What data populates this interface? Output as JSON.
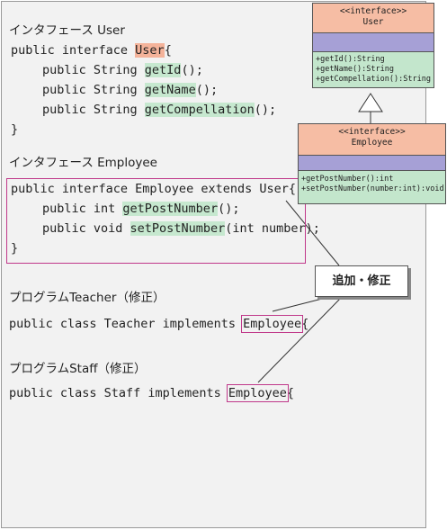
{
  "uml_user": {
    "stereotype": "<<interface>>",
    "name": "User",
    "operations": [
      "+getId():String",
      "+getName():String",
      "+getCompellation():String"
    ]
  },
  "uml_employee": {
    "stereotype": "<<interface>>",
    "name": "Employee",
    "operations": [
      "+getPostNumber():int",
      "+setPostNumber(number:int):void"
    ]
  },
  "user_section": {
    "heading": "インタフェース User",
    "decl_prefix": "public interface ",
    "decl_name": "User",
    "decl_suffix": "{",
    "method_prefix": "public String ",
    "methods": [
      "getId",
      "getName",
      "getCompellation"
    ],
    "method_suffixes": [
      "();",
      "();",
      "();"
    ],
    "close": "}"
  },
  "employee_section": {
    "heading": "インタフェース Employee",
    "decl": "public interface Employee extends User{",
    "m1_prefix": "public int ",
    "m1_name": "getPostNumber",
    "m1_suffix": "();",
    "m2_prefix": "public void ",
    "m2_name": "setPostNumber",
    "m2_suffix": "(int number);",
    "close": "}"
  },
  "callout": {
    "label": "追加・修正"
  },
  "teacher_section": {
    "heading": "プログラムTeacher（修正）",
    "code_prefix": "public class Teacher implements ",
    "code_highlight": "Employee",
    "code_suffix": "{"
  },
  "staff_section": {
    "heading": "プログラムStaff（修正）",
    "code_prefix": "public class Staff implements ",
    "code_highlight": "Employee",
    "code_suffix": "{"
  },
  "colors": {
    "orange_highlight": "#f4b39a",
    "green_highlight": "#c6e8cf",
    "outline_magenta": "#c0388a",
    "uml_header": "#f6bda4",
    "uml_attributes": "#a6a0d6",
    "uml_operations": "#c3e6cc"
  }
}
